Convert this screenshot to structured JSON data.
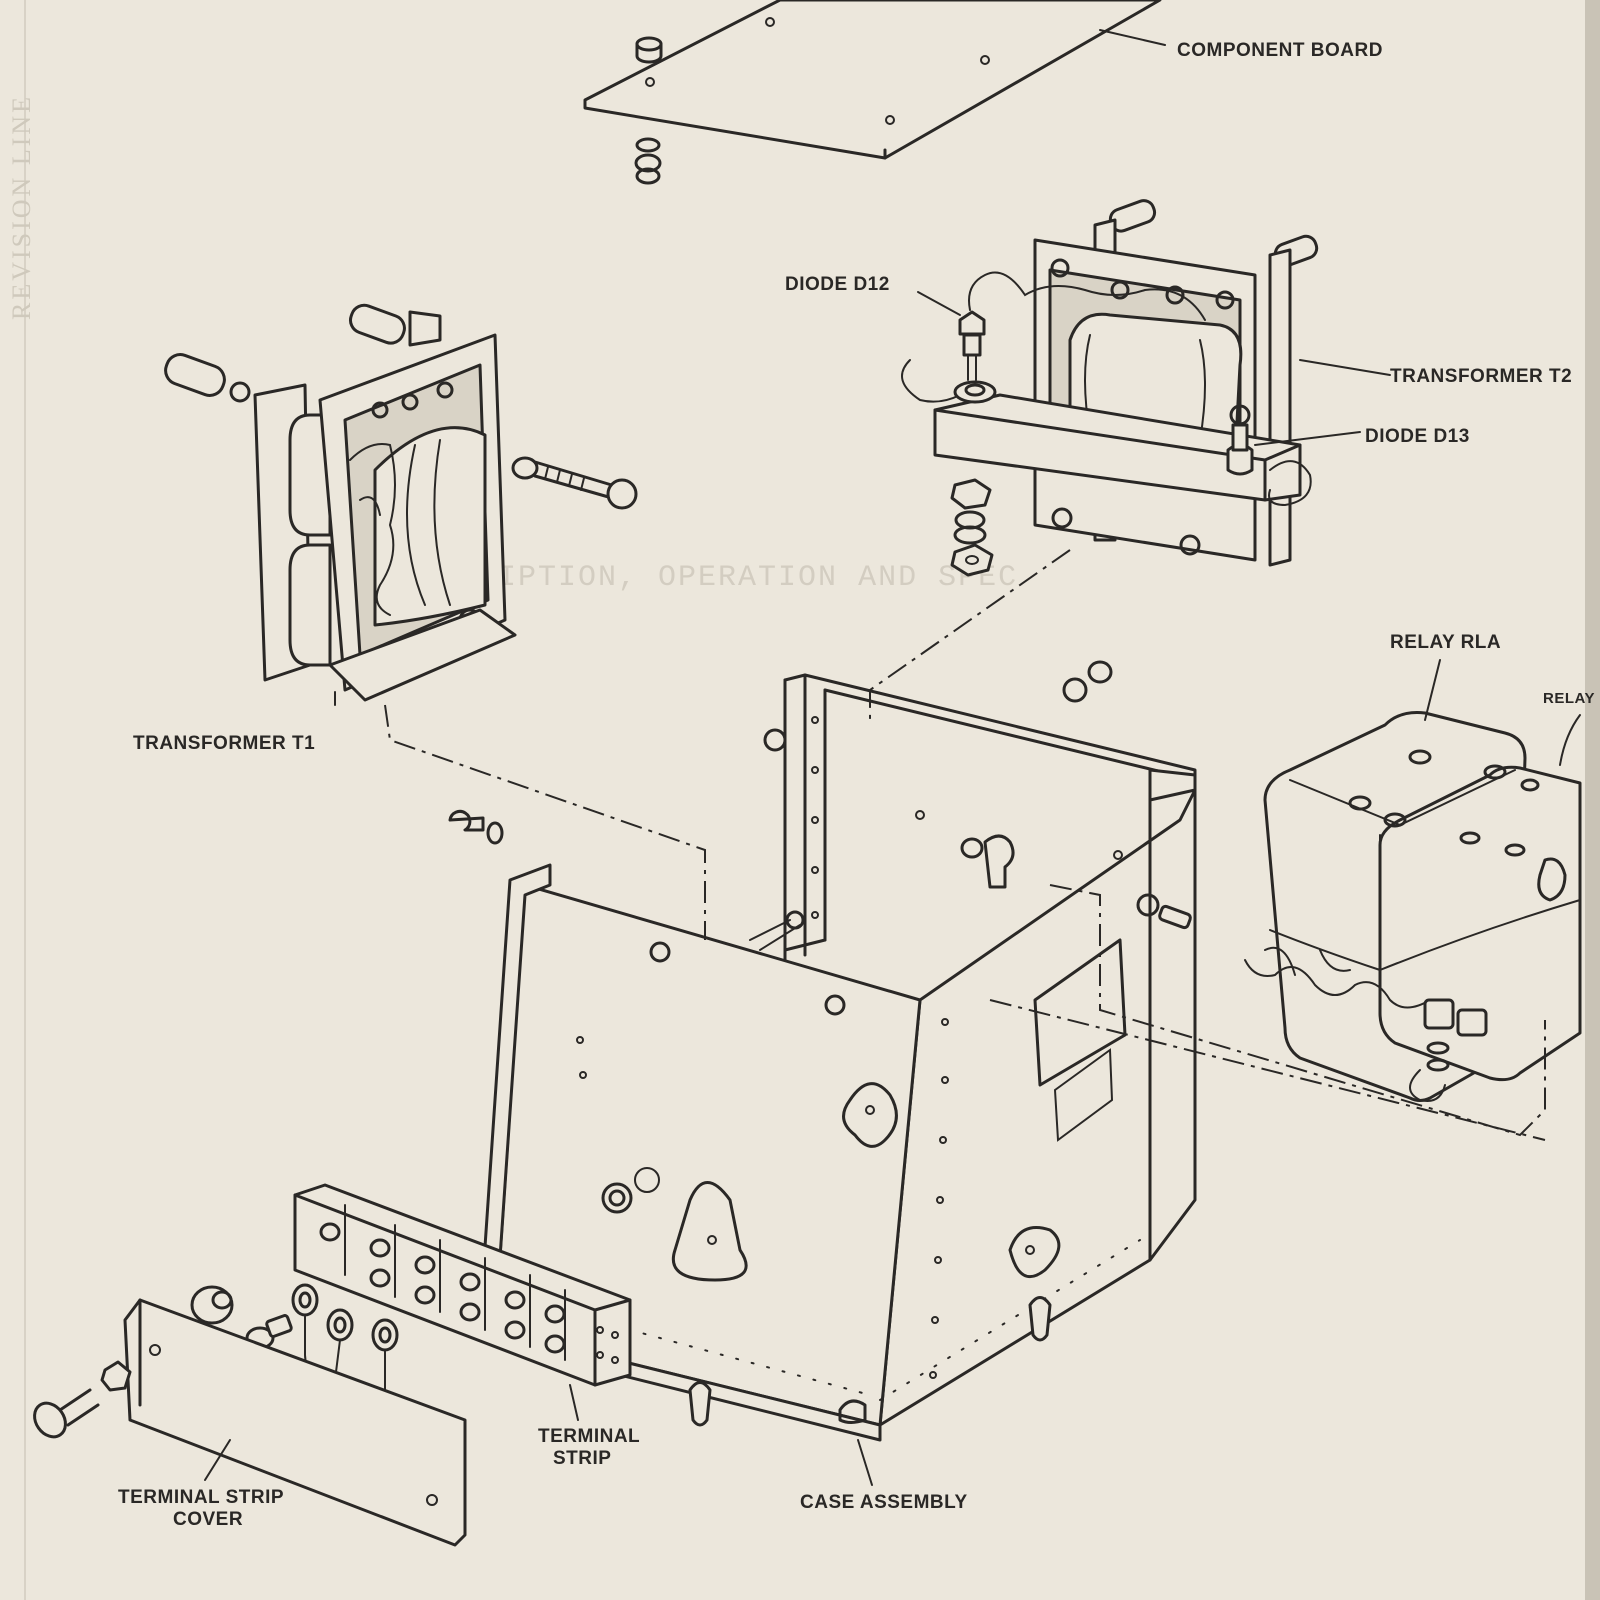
{
  "labels": {
    "component_board": "COMPONENT BOARD",
    "diode_d12": "DIODE D12",
    "transformer_t2": "TRANSFORMER T2",
    "diode_d13": "DIODE D13",
    "transformer_t1": "TRANSFORMER T1",
    "relay_rla": "RELAY RLA",
    "relay_rlb_partial": "RELAY",
    "terminal_strip_line1": "TERMINAL",
    "terminal_strip_line2": "STRIP",
    "case_assembly": "CASE ASSEMBLY",
    "terminal_strip_cover_line1": "TERMINAL STRIP",
    "terminal_strip_cover_line2": "COVER"
  },
  "background_text": {
    "bleed_through": "DESCRIPTION, OPERATION AND SPEC",
    "margin_note": "REVISION LINE"
  },
  "colors": {
    "paper": "#ece7dc",
    "ink": "#2a2826"
  }
}
